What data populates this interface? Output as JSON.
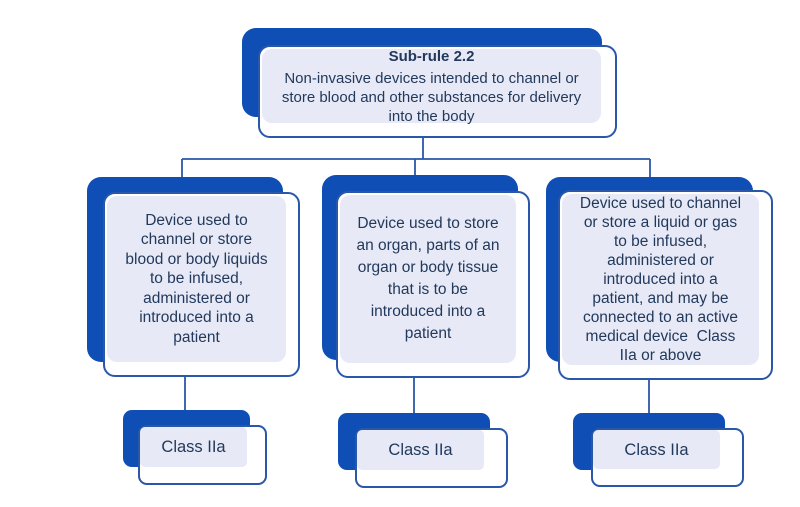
{
  "diagram": {
    "root": {
      "title": "Sub-rule 2.2",
      "body": "Non-invasive devices intended to channel or\nstore blood and other substances for delivery\ninto the body"
    },
    "children": [
      {
        "text": "Device used to\nchannel or store\nblood or body liquids\nto be infused,\nadministered or\nintroduced into a\npatient",
        "result": "Class IIa"
      },
      {
        "text": "Device used to store\nan organ, parts of an\norgan or body tissue\nthat is to be\nintroduced into a\npatient",
        "result": "Class IIa"
      },
      {
        "text": "Device used to channel\nor store a liquid or gas\nto be infused,\nadministered or\nintroduced into a\npatient, and may be\nconnected to an active\nmedical device  Class\nIIa or above",
        "result": "Class IIa"
      }
    ],
    "colors": {
      "shadow_blue": "#0e4eb5",
      "border_blue": "#2a57a8",
      "fill_lavender": "#e7eaf6",
      "text_navy": "#22395c",
      "background": "#ffffff"
    }
  }
}
